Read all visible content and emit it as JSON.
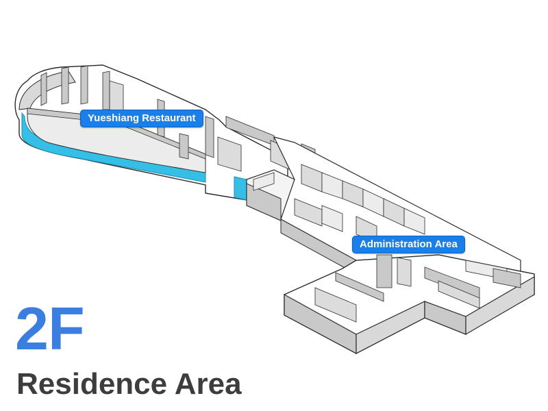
{
  "map": {
    "floor": "2F",
    "area_title": "Residence Area",
    "labels": {
      "restaurant": "Yueshiang Restaurant",
      "administration": "Administration Area"
    }
  },
  "colors": {
    "label_bg": "#1a7fe8",
    "floor_text": "#3c7ee0",
    "title_text": "#3d3d3d",
    "glass": "#36bfe6",
    "wall_top": "#f4f4f4",
    "wall_side": "#c9c9c9",
    "floor": "#ffffff"
  }
}
